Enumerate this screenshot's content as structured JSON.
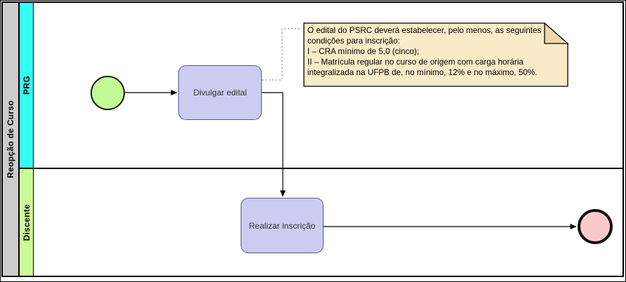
{
  "pool": {
    "label": "Reopção de Curso",
    "header_color": "#CCCCCC",
    "lanes": [
      {
        "label": "PRG",
        "color": "#33FFF2"
      },
      {
        "label": "Discente",
        "color": "#CCFA99"
      }
    ]
  },
  "diagram": {
    "start_event": {
      "name": "start-event",
      "lane": "PRG",
      "fill": "#C3FA96"
    },
    "end_event": {
      "name": "end-event",
      "lane": "Discente",
      "fill": "#F8C9C9"
    },
    "tasks": [
      {
        "label": "Divulgar edital",
        "lane": "PRG",
        "fill": "#CCCCF2",
        "border_color": "#55559B"
      },
      {
        "label": "Realizar inscrição",
        "lane": "Discente",
        "fill": "#CCCCF2",
        "border_color": "#55559B"
      }
    ],
    "annotation": {
      "fill": "#FAEBC8",
      "fold_color": "#EBD9A8",
      "attached_to": "Divulgar edital",
      "lines": [
        "O edital do PSRC deverá estabelecer, pelo menos, as seguintes",
        "condições para inscrição:",
        "I – CRA mínimo de 5,0 (cinco);",
        "II – Matrícula regular no curso de origem com carga horária",
        "integralizada na UFPB de, no mínimo, 12% e no máximo, 50%."
      ]
    },
    "flows": [
      {
        "from": "start-event",
        "to": "Divulgar edital",
        "type": "sequence"
      },
      {
        "from": "Divulgar edital",
        "to": "Realizar inscrição",
        "type": "sequence"
      },
      {
        "from": "Realizar inscrição",
        "to": "end-event",
        "type": "sequence"
      },
      {
        "from": "Divulgar edital",
        "to": "annotation",
        "type": "association"
      }
    ]
  }
}
